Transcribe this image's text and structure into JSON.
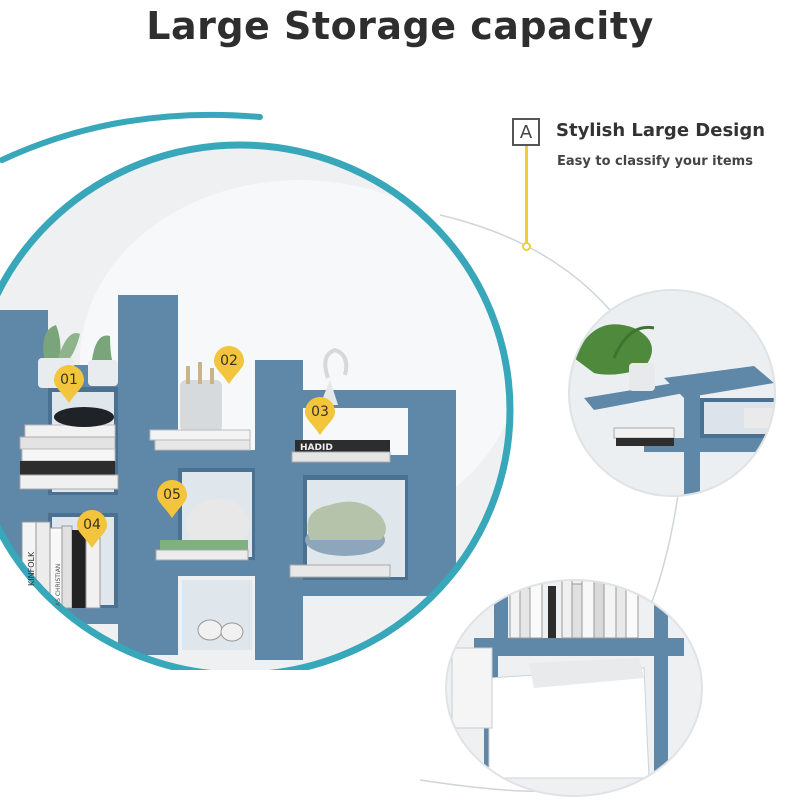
{
  "headline": "Large Storage capacity",
  "callout": {
    "badge_letter": "A",
    "title": "Stylish Large Design",
    "subtitle": "Easy to classify your items"
  },
  "pins": [
    {
      "label": "01"
    },
    {
      "label": "02"
    },
    {
      "label": "03"
    },
    {
      "label": "04"
    },
    {
      "label": "05"
    }
  ],
  "book_spines": [
    "KINFOLK",
    "HADID",
    "AS CHRISTIAN"
  ],
  "colors": {
    "shelf_blue": "#5f87a8",
    "accent_teal": "#37a7b9",
    "pin_yellow": "#f2c53d",
    "headline": "#2e2e2e"
  }
}
